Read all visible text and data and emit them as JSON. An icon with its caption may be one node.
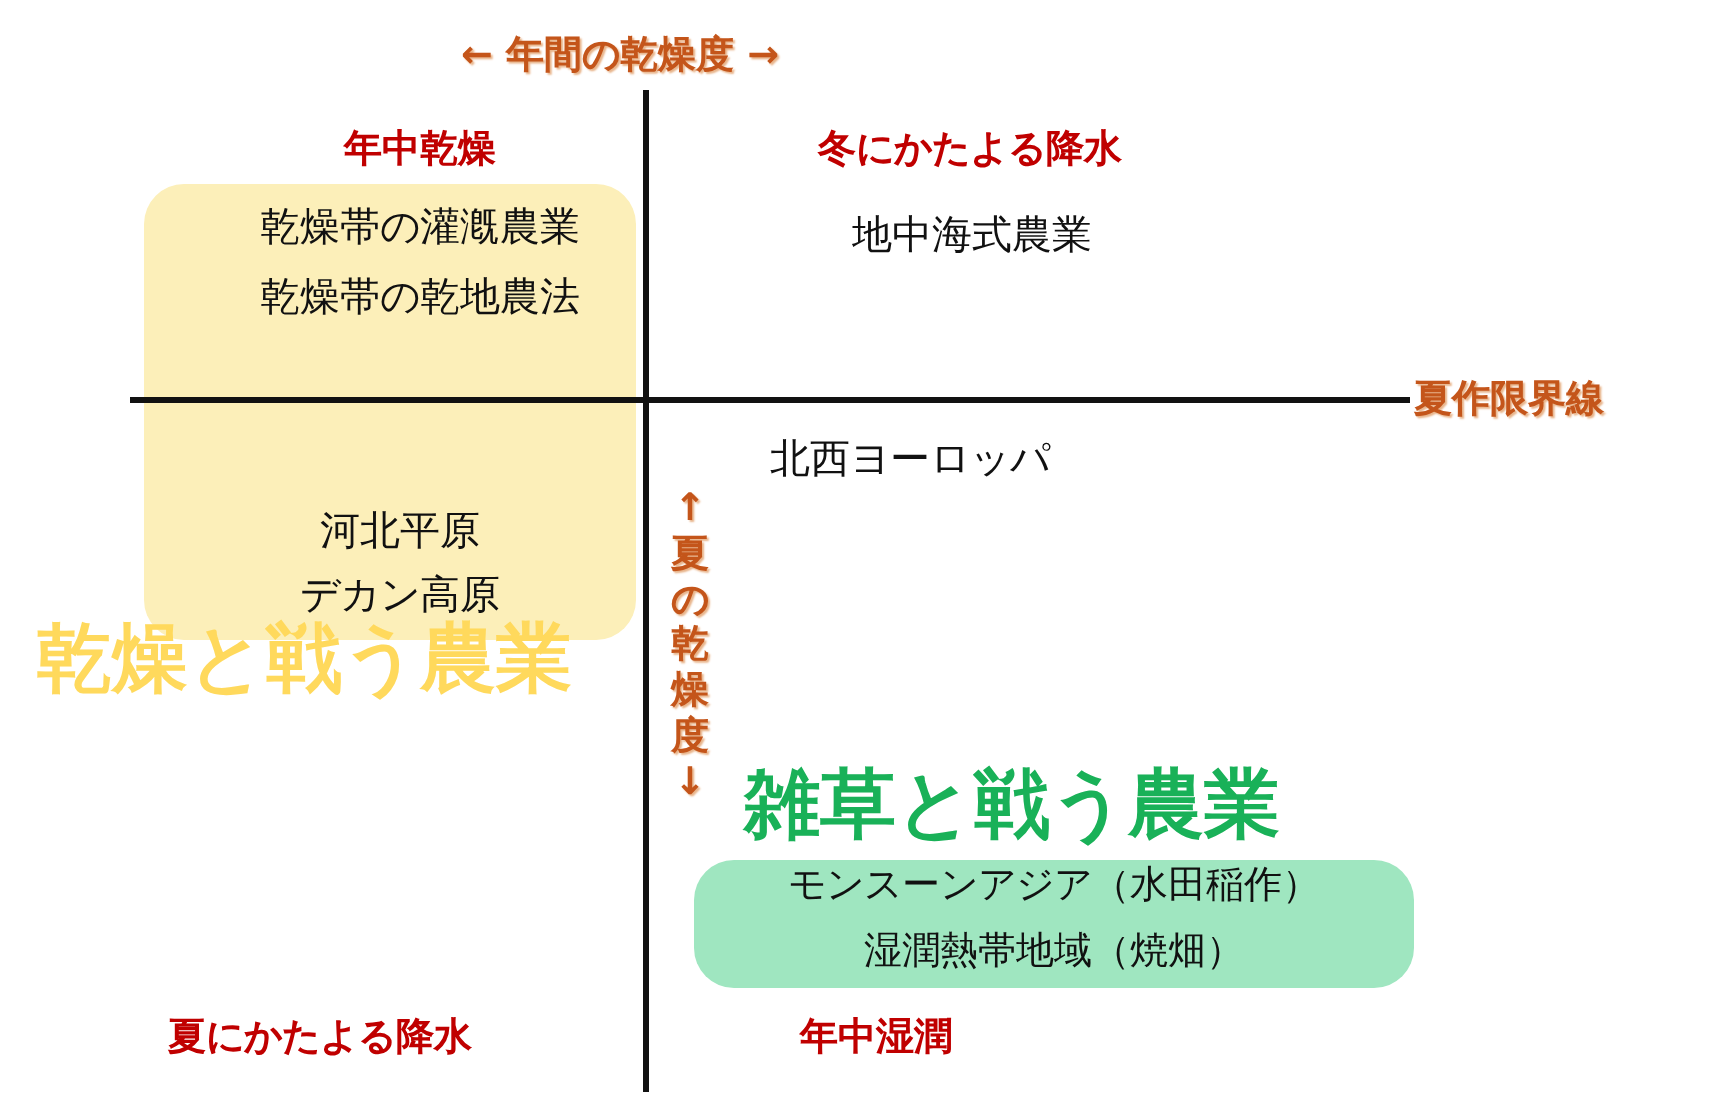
{
  "diagram": {
    "nodes": [
      {
        "text": [
          "乾燥帯の灌漑農業",
          "乾燥帯の乾地農法",
          "河北平原",
          "デカン高原",
          "乾燥と戦う農業"
        ]
      },
      {
        "text": [
          "雑草と戦う農業",
          "モンスーンアジア（水田稲作）",
          "湿潤熱帯地域（焼畑）"
        ]
      }
    ],
    "labels": [
      "← 年間の乾燥度 →",
      "年中乾燥",
      "冬にかたよる降水",
      "地中海式農業",
      "夏作限界線",
      "北西ヨーロッパ",
      "↑夏の乾燥度↓",
      "夏にかたよる降水",
      "年中湿潤"
    ]
  }
}
